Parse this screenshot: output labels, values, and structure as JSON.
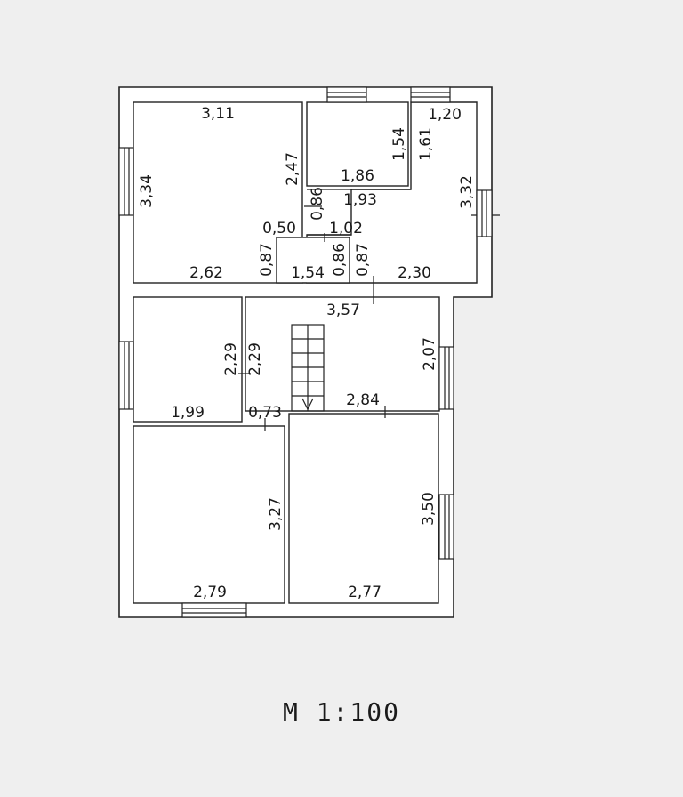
{
  "scale": "М  1:100",
  "rooms": [
    {
      "id": "room-top-left",
      "width": "3,11",
      "height": "3,34",
      "bottom": "2,62",
      "inner": "2,47"
    },
    {
      "id": "room-top-small",
      "width": "1,86",
      "height": "1,54"
    },
    {
      "id": "room-top-right",
      "top": "1,20",
      "height": "3,32",
      "side": "1,61",
      "inner": "1,93",
      "bottom": "2,30"
    },
    {
      "id": "room-bath",
      "width": "1,54",
      "left": "0,87",
      "right": "0,86",
      "top": "1,02"
    },
    {
      "id": "room-mid-left",
      "height": "2,29",
      "width": "1,99"
    },
    {
      "id": "room-hall",
      "width": "3,57",
      "height": "2,07",
      "left": "2,29",
      "bottom": "2,84"
    },
    {
      "id": "room-bottom-left",
      "height": "3,27",
      "width": "2,79"
    },
    {
      "id": "room-bottom-right",
      "height": "3,50",
      "width": "2,77"
    }
  ],
  "dims": {
    "d_0_50": "0,50",
    "d_0_86a": "0,86",
    "d_0_87b": "0,87",
    "d_0_73": "0,73"
  }
}
